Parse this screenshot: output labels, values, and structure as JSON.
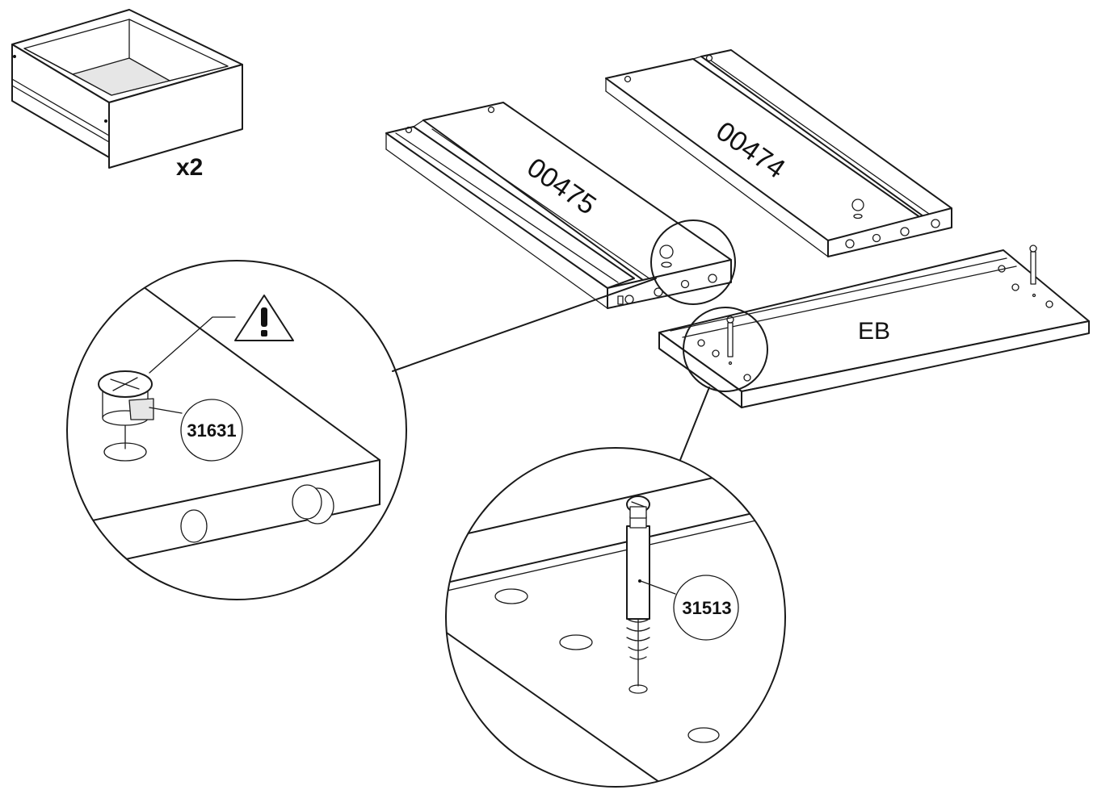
{
  "drawer": {
    "quantity": "x2"
  },
  "panels": [
    {
      "code": "00475"
    },
    {
      "code": "00474"
    },
    {
      "code": "EB"
    }
  ],
  "hardware": [
    {
      "code": "31631"
    },
    {
      "code": "31513"
    }
  ],
  "warning_icon": "warning-triangle-icon"
}
